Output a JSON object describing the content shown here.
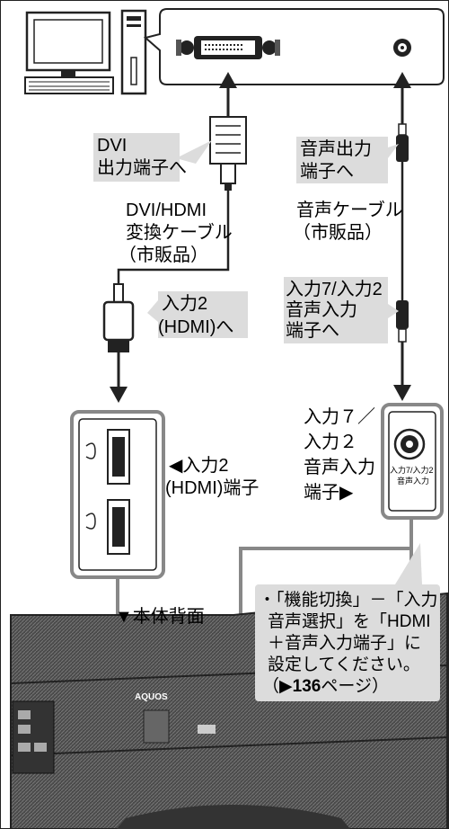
{
  "labels": {
    "dvi_out_line1": "DVI",
    "dvi_out_line2": "出力端子へ",
    "dvi_cable_line1": "DVI/HDMI",
    "dvi_cable_line2": "変換ケーブル",
    "dvi_cable_line3": "（市販品）",
    "hdmi_in_line1": "入力2",
    "hdmi_in_line2": "(HDMI)へ",
    "audio_out_line1": "音声出力",
    "audio_out_line2": "端子へ",
    "audio_cable_line1": "音声ケーブル",
    "audio_cable_line2": "（市販品）",
    "audio_in_line1": "入力7/入力2",
    "audio_in_line2": "音声入力",
    "audio_in_line3": "端子へ",
    "hdmi_terminal_line1": "◀入力2",
    "hdmi_terminal_line2": "(HDMI)端子",
    "audio_terminal_line1": "入力７／",
    "audio_terminal_line2": "入力２",
    "audio_terminal_line3": "音声入力",
    "audio_terminal_line4": "端子▶",
    "jack_label_line1": "入力7/入力2",
    "jack_label_line2": "音声入力",
    "rear_view": "▼本体背面",
    "tv_logo": "AQUOS"
  },
  "note": {
    "line1": "・「機能切換」－「入力",
    "line2": "音声選択」を「HDMI",
    "line3": "＋音声入力端子」に",
    "line4": "設定してください。",
    "line5_prefix": "（▶",
    "line5_page": "136",
    "line5_suffix": "ページ）"
  },
  "colors": {
    "shade": "#dcdcdc",
    "line": "#222222",
    "tv_fill": "#555555",
    "callout_line": "#888888"
  }
}
